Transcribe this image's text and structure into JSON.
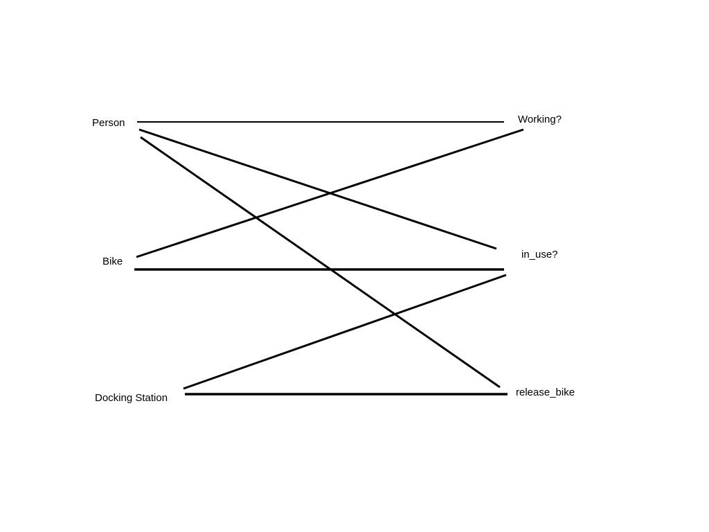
{
  "diagram": {
    "line_color": "#000000",
    "background": "#ffffff",
    "left_nodes": [
      {
        "id": "person",
        "label": "Person"
      },
      {
        "id": "bike",
        "label": "Bike"
      },
      {
        "id": "docking_station",
        "label": "Docking Station"
      }
    ],
    "right_nodes": [
      {
        "id": "working",
        "label": "Working?"
      },
      {
        "id": "in_use",
        "label": "in_use?"
      },
      {
        "id": "release_bike",
        "label": "release_bike"
      }
    ],
    "connections": [
      {
        "from": "person",
        "to": "working"
      },
      {
        "from": "person",
        "to": "in_use"
      },
      {
        "from": "person",
        "to": "release_bike"
      },
      {
        "from": "bike",
        "to": "working"
      },
      {
        "from": "bike",
        "to": "in_use"
      },
      {
        "from": "docking_station",
        "to": "in_use"
      },
      {
        "from": "docking_station",
        "to": "release_bike"
      }
    ]
  }
}
